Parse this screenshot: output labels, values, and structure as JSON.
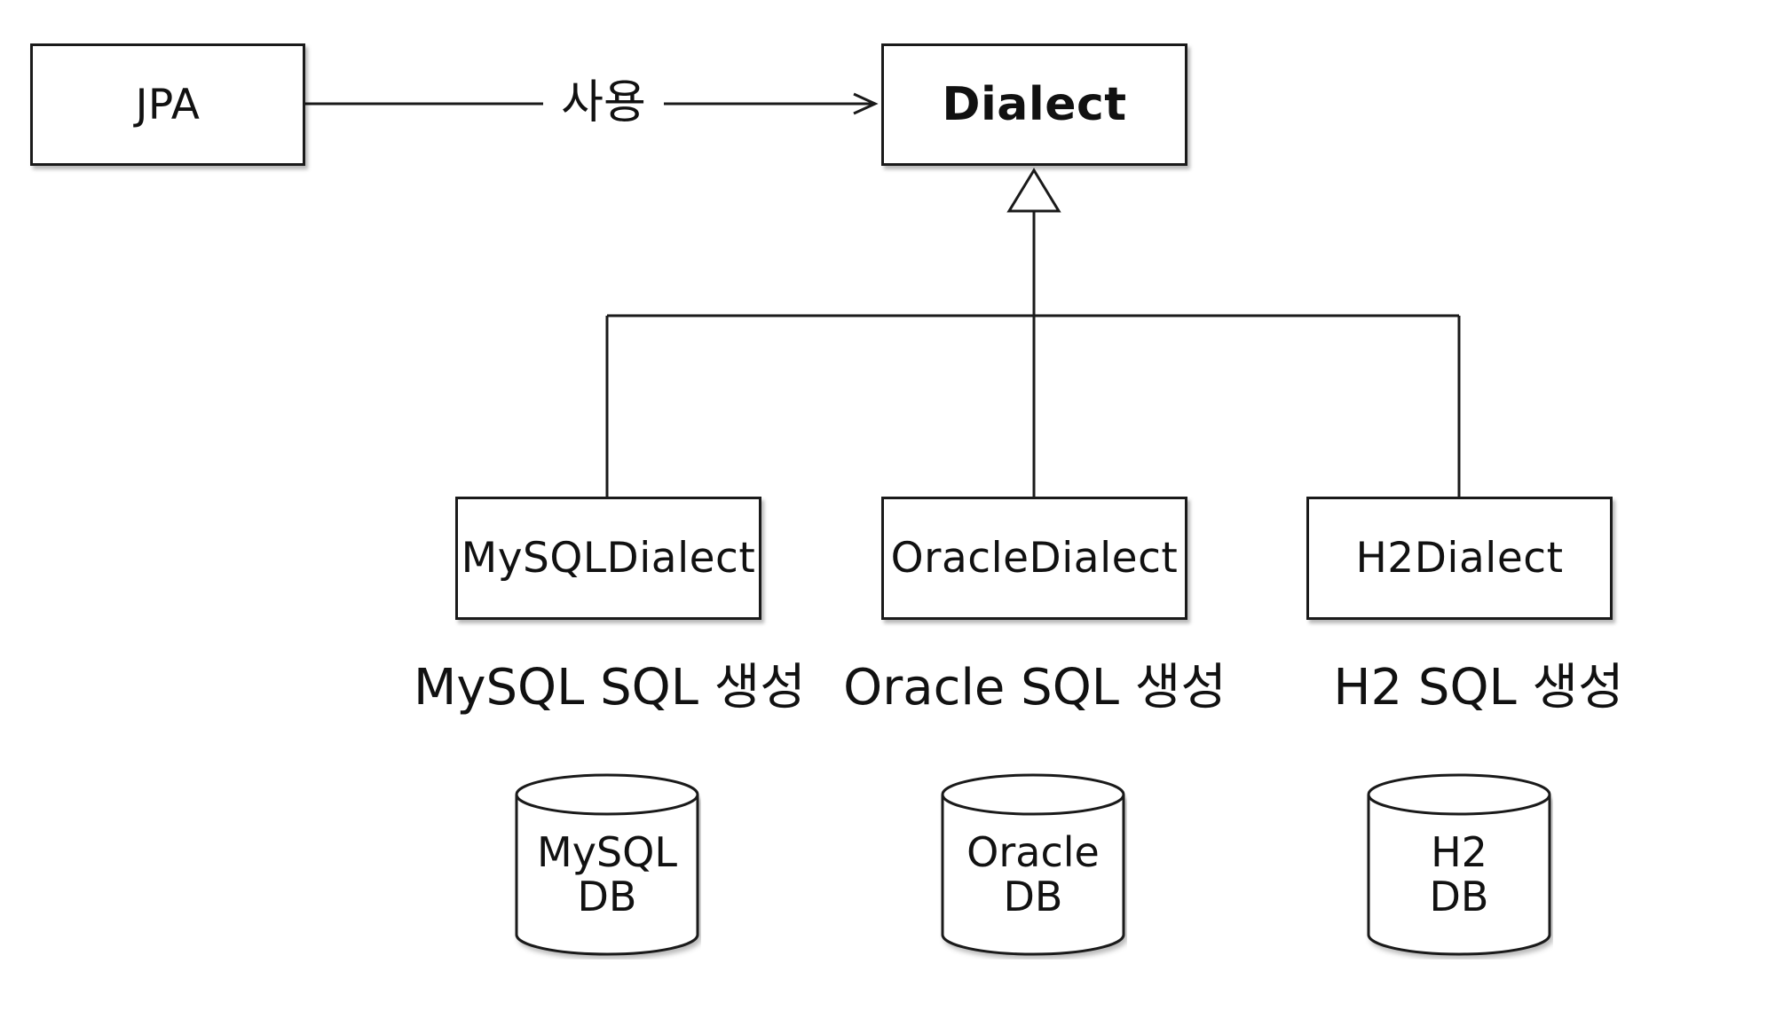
{
  "jpa": {
    "label": "JPA"
  },
  "uses_label": "사용",
  "dialect": {
    "label": "Dialect"
  },
  "implementations": [
    {
      "class_label": "MySQLDialect",
      "caption": "MySQL SQL 생성",
      "db_line1": "MySQL",
      "db_line2": "DB"
    },
    {
      "class_label": "OracleDialect",
      "caption": "Oracle SQL 생성",
      "db_line1": "Oracle",
      "db_line2": "DB"
    },
    {
      "class_label": "H2Dialect",
      "caption": "H2 SQL 생성",
      "db_line1": "H2",
      "db_line2": "DB"
    }
  ]
}
